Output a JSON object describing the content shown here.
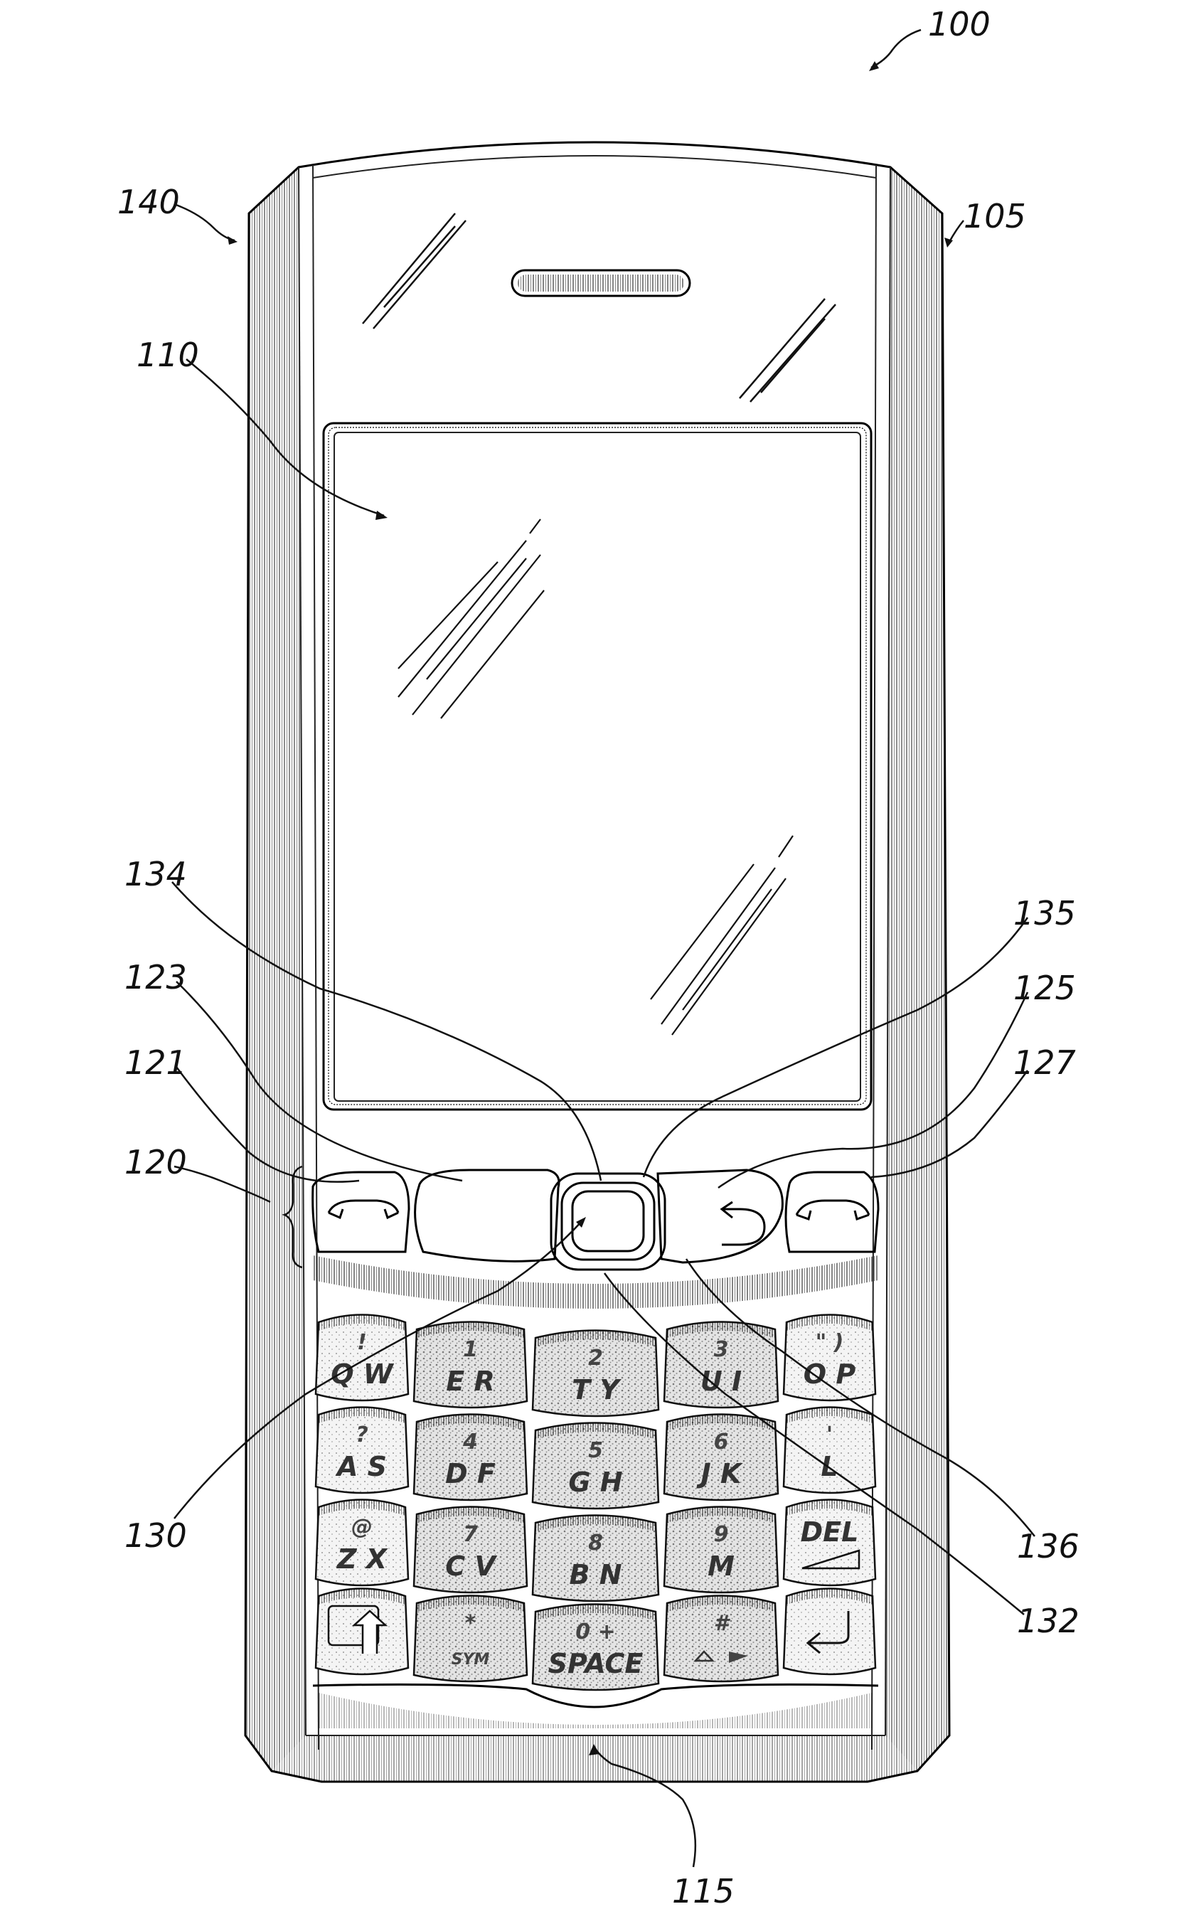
{
  "reference_numerals": {
    "r100": "100",
    "r105": "105",
    "r110": "110",
    "r115": "115",
    "r120": "120",
    "r121": "121",
    "r123": "123",
    "r125": "125",
    "r127": "127",
    "r130": "130",
    "r132": "132",
    "r134": "134",
    "r135": "135",
    "r136": "136",
    "r140": "140"
  },
  "keyboard": {
    "rows": [
      [
        {
          "num": "!",
          "chars": "Q W"
        },
        {
          "num": "1",
          "chars": "E R"
        },
        {
          "num": "2",
          "chars": "T Y"
        },
        {
          "num": "3",
          "chars": "U I"
        },
        {
          "num": "\" )",
          "chars": "O P"
        }
      ],
      [
        {
          "num": "?",
          "chars": "A S"
        },
        {
          "num": "4",
          "chars": "D F"
        },
        {
          "num": "5",
          "chars": "G H"
        },
        {
          "num": "6",
          "chars": "J K"
        },
        {
          "num": "'",
          "chars": "L"
        }
      ],
      [
        {
          "num": "@",
          "chars": "Z X"
        },
        {
          "num": "7",
          "chars": "C V"
        },
        {
          "num": "8",
          "chars": "B N"
        },
        {
          "num": "9",
          "chars": "M"
        },
        {
          "num": "",
          "chars": "DEL"
        }
      ],
      [
        {
          "num": "",
          "chars": ""
        },
        {
          "num": "*",
          "chars": "SYM"
        },
        {
          "num": "0 +",
          "chars": "SPACE"
        },
        {
          "num": "#",
          "chars": ""
        },
        {
          "num": "",
          "chars": ""
        }
      ]
    ]
  },
  "icons": {
    "send": "phone-send-icon",
    "end": "phone-end-icon",
    "back": "back-arrow-icon",
    "shift": "shift-key-icon",
    "enter": "enter-key-icon",
    "speaker": "speaker-slot-icon",
    "trackball": "trackball-icon"
  }
}
